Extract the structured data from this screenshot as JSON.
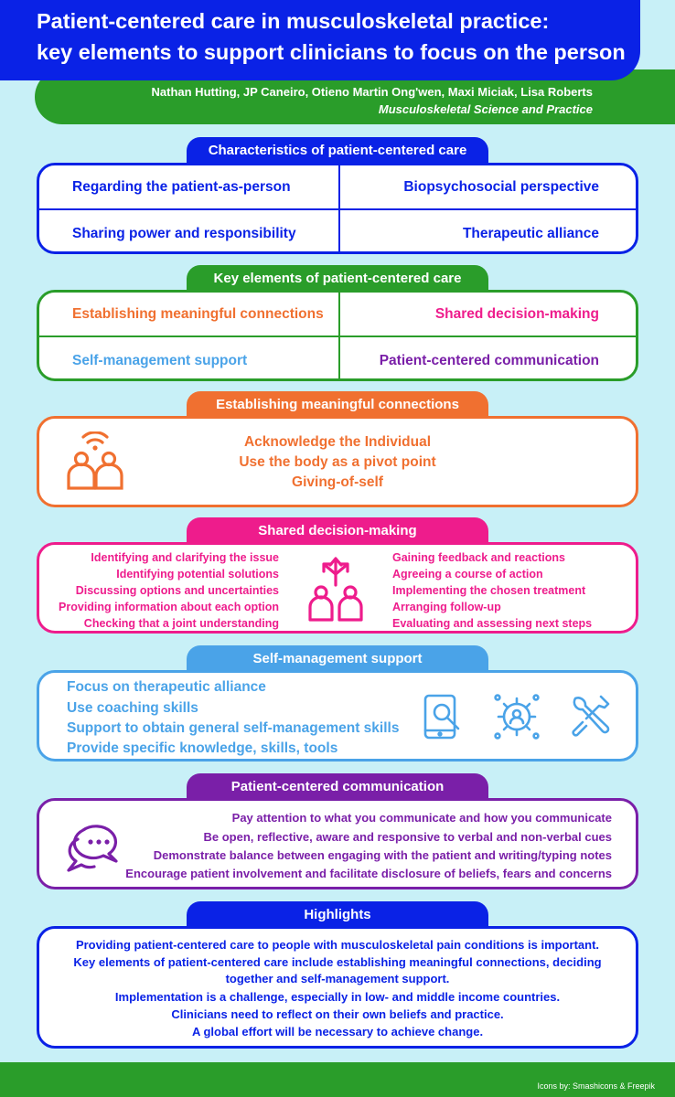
{
  "header": {
    "title_line1": "Patient-centered care in musculoskeletal practice:",
    "title_line2": "key elements to support clinicians to focus on the person",
    "authors": "Nathan Hutting, JP Caneiro, Otieno Martin Ong'wen, Maxi Miciak, Lisa Roberts",
    "journal": "Musculoskeletal Science and Practice"
  },
  "colors": {
    "blue": "#0a22e6",
    "green": "#2a9d2a",
    "orange": "#f07030",
    "pink": "#ee1c8c",
    "light_blue": "#4aa3e8",
    "purple": "#7a1fa8",
    "background": "#c8f0f7"
  },
  "characteristics": {
    "heading": "Characteristics of patient-centered care",
    "items": [
      "Regarding the patient-as-person",
      "Biopsychosocial perspective",
      "Sharing power and responsibility",
      "Therapeutic alliance"
    ]
  },
  "key_elements": {
    "heading": "Key elements of patient-centered care",
    "items": [
      "Establishing meaningful connections",
      "Shared decision-making",
      "Self-management support",
      "Patient-centered communication"
    ]
  },
  "connections": {
    "heading": "Establishing meaningful connections",
    "icon": "people-connected-icon",
    "lines": [
      "Acknowledge the Individual",
      "Use the body as a pivot point",
      "Giving-of-self"
    ]
  },
  "sdm": {
    "heading": "Shared decision-making",
    "icon": "people-decision-icon",
    "left": [
      "Identifying and clarifying the issue",
      "Identifying potential solutions",
      "Discussing options and uncertainties",
      "Providing information about each option",
      "Checking that a joint understanding"
    ],
    "right": [
      "Gaining feedback and reactions",
      "Agreeing a course of action",
      "Implementing the chosen treatment",
      "Arranging follow-up",
      "Evaluating and assessing next steps"
    ]
  },
  "sms": {
    "heading": "Self-management support",
    "lines": [
      "Focus on therapeutic alliance",
      "Use coaching skills",
      "Support to obtain general self-management skills",
      "Provide specific knowledge, skills, tools"
    ],
    "icons": [
      "tablet-search-icon",
      "gear-person-icon",
      "tools-icon"
    ]
  },
  "pcc": {
    "heading": "Patient-centered communication",
    "icon": "chat-bubbles-icon",
    "lines": [
      "Pay attention to what you communicate and how you communicate",
      "Be open, reflective, aware and responsive to verbal and non-verbal cues",
      "Demonstrate balance between engaging with the patient and writing/typing notes",
      "Encourage patient involvement and facilitate disclosure of beliefs, fears and concerns"
    ]
  },
  "highlights": {
    "heading": "Highlights",
    "lines": [
      "Providing patient-centered care to people with musculoskeletal pain conditions is important.",
      "Key elements of patient-centered care include establishing meaningful connections, deciding",
      "together and self-management support.",
      "Implementation is a challenge, especially in low- and middle income countries.",
      "Clinicians need to reflect on their own beliefs and practice.",
      "A global effort will be necessary to achieve change."
    ]
  },
  "footer": {
    "credit": "Icons by: Smashicons & Freepik"
  }
}
